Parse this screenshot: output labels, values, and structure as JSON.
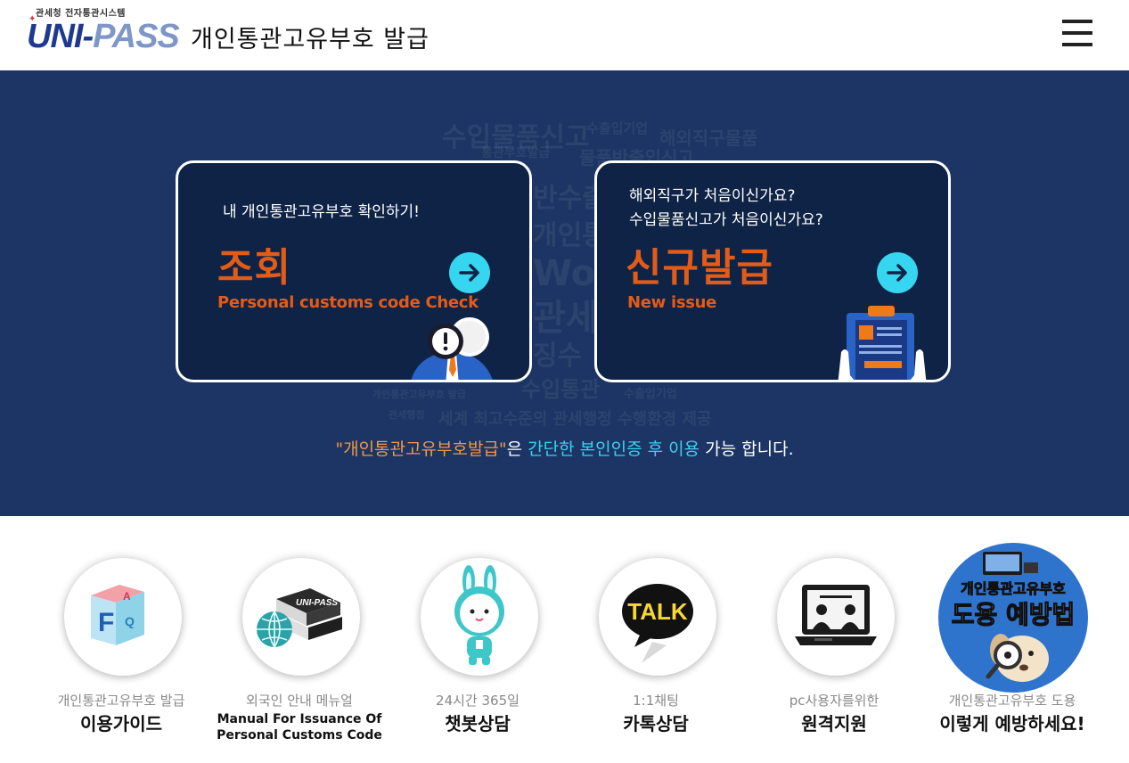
{
  "header": {
    "logo_sub": "관세청 전자통관시스템",
    "logo_main_a": "UNI-",
    "logo_main_b": "PASS",
    "title": "개인통관고유부호 발급",
    "menu_icon": "hamburger-menu-icon"
  },
  "hero": {
    "background_color": "#1c3564",
    "watermark": [
      "수입물품신고",
      "수출입기업",
      "해외직구물품",
      "물품반출입신고",
      "통관부호발급",
      "반수출",
      "개인통",
      "World",
      "관세",
      "징수",
      "수입통관",
      "개인통관고유부호 발급",
      "수출입기업",
      "관세행정",
      "세계 최고수준의 관세행정 수행환경 제공"
    ],
    "cards": [
      {
        "desc_lines": [
          "내 개인통관고유부호 확인하기!"
        ],
        "title": "조회",
        "subtitle": "Personal customs code Check",
        "arrow_icon": "arrow-right-icon",
        "illustration": "magnifier-person-icon"
      },
      {
        "desc_lines": [
          "해외직구가 처음이신가요?",
          "수입물품신고가 처음이신가요?"
        ],
        "title": "신규발급",
        "subtitle": "New issue",
        "arrow_icon": "arrow-right-icon",
        "illustration": "clipboard-document-icon"
      }
    ],
    "notice": {
      "quoted": "\"개인통관고유부호발급\"",
      "part1": "은 ",
      "highlight": "간단한 본인인증 후 이용",
      "part2": " 가능 합니다."
    }
  },
  "tiles": [
    {
      "sub": "개인통관고유부호 발급",
      "main": "이용가이드",
      "icon": "faq-cube-icon"
    },
    {
      "sub": "외국인 안내 메뉴얼",
      "main": "Manual For Issuance Of Personal Customs Code",
      "icon": "books-globe-icon"
    },
    {
      "sub": "24시간 365일",
      "main": "챗봇상담",
      "icon": "chatbot-rabbit-icon"
    },
    {
      "sub": "1:1채팅",
      "main": "카톡상담",
      "icon": "kakaotalk-icon",
      "badge": "TALK"
    },
    {
      "sub": "pc사용자를위한",
      "main": "원격지원",
      "icon": "remote-support-icon"
    },
    {
      "sub": "개인통관고유부호 도용",
      "main": "이렇게 예방하세요!",
      "icon": "fraud-prevention-icon",
      "badge_lines": [
        "개인통관고유부호",
        "도용 예방법"
      ]
    }
  ],
  "colors": {
    "accent_orange": "#e25c18",
    "accent_cyan": "#36d6f0",
    "card_bg": "#0f2347"
  }
}
